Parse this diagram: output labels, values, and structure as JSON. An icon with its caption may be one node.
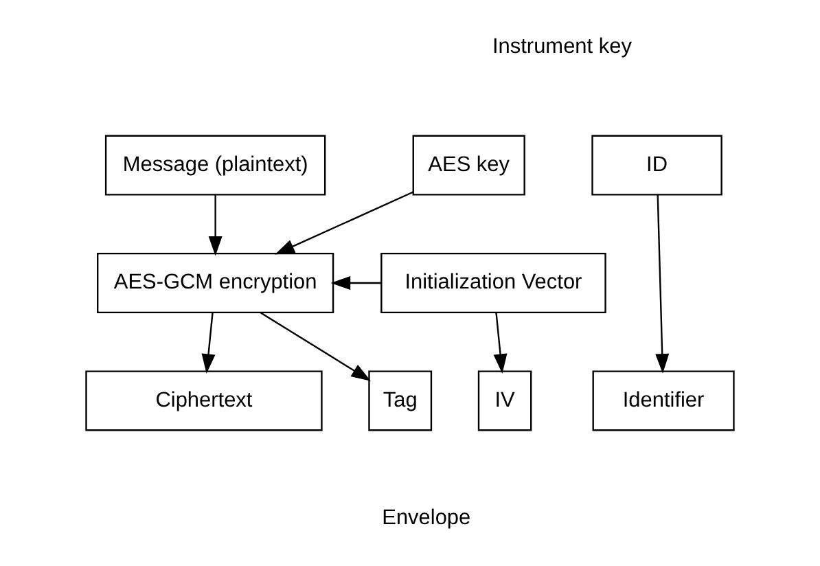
{
  "diagram": {
    "nodes": [
      {
        "text": [
          "Message (plaintext)"
        ]
      },
      {
        "text": [
          "AES key"
        ]
      },
      {
        "text": [
          "ID"
        ]
      },
      {
        "text": [
          "AES-GCM encryption"
        ]
      },
      {
        "text": [
          "Initialization Vector"
        ]
      },
      {
        "text": [
          "Ciphertext"
        ]
      },
      {
        "text": [
          "Tag"
        ]
      },
      {
        "text": [
          "IV"
        ]
      },
      {
        "text": [
          "Identifier"
        ]
      }
    ],
    "edges": [
      {
        "from": 0,
        "to": 3,
        "arrow": "to"
      },
      {
        "from": 1,
        "to": 3,
        "arrow": "to"
      },
      {
        "from": 4,
        "to": 3,
        "arrow": "to"
      },
      {
        "from": 3,
        "to": 5,
        "arrow": "to"
      },
      {
        "from": 3,
        "to": 6,
        "arrow": "to"
      },
      {
        "from": 4,
        "to": 7,
        "arrow": "to"
      },
      {
        "from": 2,
        "to": 8,
        "arrow": "to"
      }
    ],
    "labels": [
      "Instrument key",
      "Envelope"
    ]
  }
}
